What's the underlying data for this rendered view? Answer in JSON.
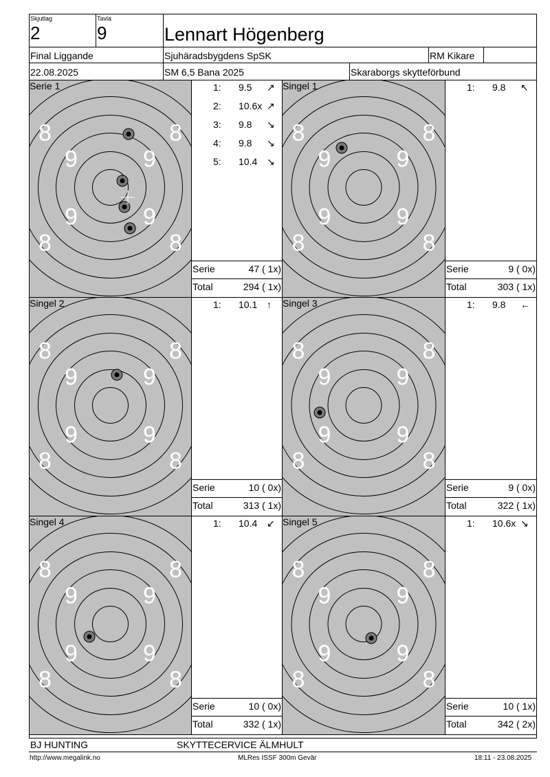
{
  "header": {
    "skjutlag_label": "Skjutlag",
    "skjutlag_value": "2",
    "tavla_label": "Tavla",
    "tavla_value": "9",
    "shooter_name": "Lennart Högenberg",
    "event": "Final Liggande",
    "club": "Sjuhäradsbygdens SpSK",
    "class": "RM Kikare",
    "date": "22.08.2025",
    "competition": "SM 6,5 Bana 2025",
    "federation": "Skaraborgs skytteförbund"
  },
  "panels": [
    {
      "title": "Serie 1",
      "shots": [
        {
          "n": "1:",
          "v": "9.5",
          "arrow": "↗"
        },
        {
          "n": "2:",
          "v": "10.6x",
          "arrow": "↗"
        },
        {
          "n": "3:",
          "v": "9.8",
          "arrow": "↘"
        },
        {
          "n": "4:",
          "v": "9.8",
          "arrow": "↘"
        },
        {
          "n": "5:",
          "v": "10.4",
          "arrow": "↘"
        }
      ],
      "serie_label": "Serie",
      "serie_value": "47 ( 1x)",
      "total_label": "Total",
      "total_value": "294 ( 1x)"
    },
    {
      "title": "Singel 1",
      "shots": [
        {
          "n": "1:",
          "v": "9.8",
          "arrow": "↖"
        }
      ],
      "serie_label": "Serie",
      "serie_value": "9 ( 0x)",
      "total_label": "Total",
      "total_value": "303 ( 1x)"
    },
    {
      "title": "Singel 2",
      "shots": [
        {
          "n": "1:",
          "v": "10.1",
          "arrow": "↑"
        }
      ],
      "serie_label": "Serie",
      "serie_value": "10 ( 0x)",
      "total_label": "Total",
      "total_value": "313 ( 1x)"
    },
    {
      "title": "Singel 3",
      "shots": [
        {
          "n": "1:",
          "v": "9.8",
          "arrow": "←"
        }
      ],
      "serie_label": "Serie",
      "serie_value": "9 ( 0x)",
      "total_label": "Total",
      "total_value": "322 ( 1x)"
    },
    {
      "title": "Singel 4",
      "shots": [
        {
          "n": "1:",
          "v": "10.4",
          "arrow": "↙"
        }
      ],
      "serie_label": "Serie",
      "serie_value": "10 ( 0x)",
      "total_label": "Total",
      "total_value": "332 ( 1x)"
    },
    {
      "title": "Singel 5",
      "shots": [
        {
          "n": "1:",
          "v": "10.6x",
          "arrow": "↘"
        }
      ],
      "serie_label": "Serie",
      "serie_value": "10 ( 1x)",
      "total_label": "Total",
      "total_value": "342 ( 2x)"
    }
  ],
  "ring_labels": {
    "r8": "8",
    "r9": "9"
  },
  "footer": {
    "left": "BJ HUNTING",
    "right": "SKYTTECERVICE ÄLMHULT",
    "url": "http://www.megalink.no",
    "software": "MLRes ISSF 300m Gevär",
    "timestamp": "18:11 - 23.08.2025"
  },
  "colors": {
    "target_bg": "#c0c0c0",
    "ring_line": "#000000",
    "numeral": "#ffffff",
    "hit_fill": "#7a7a7a"
  }
}
